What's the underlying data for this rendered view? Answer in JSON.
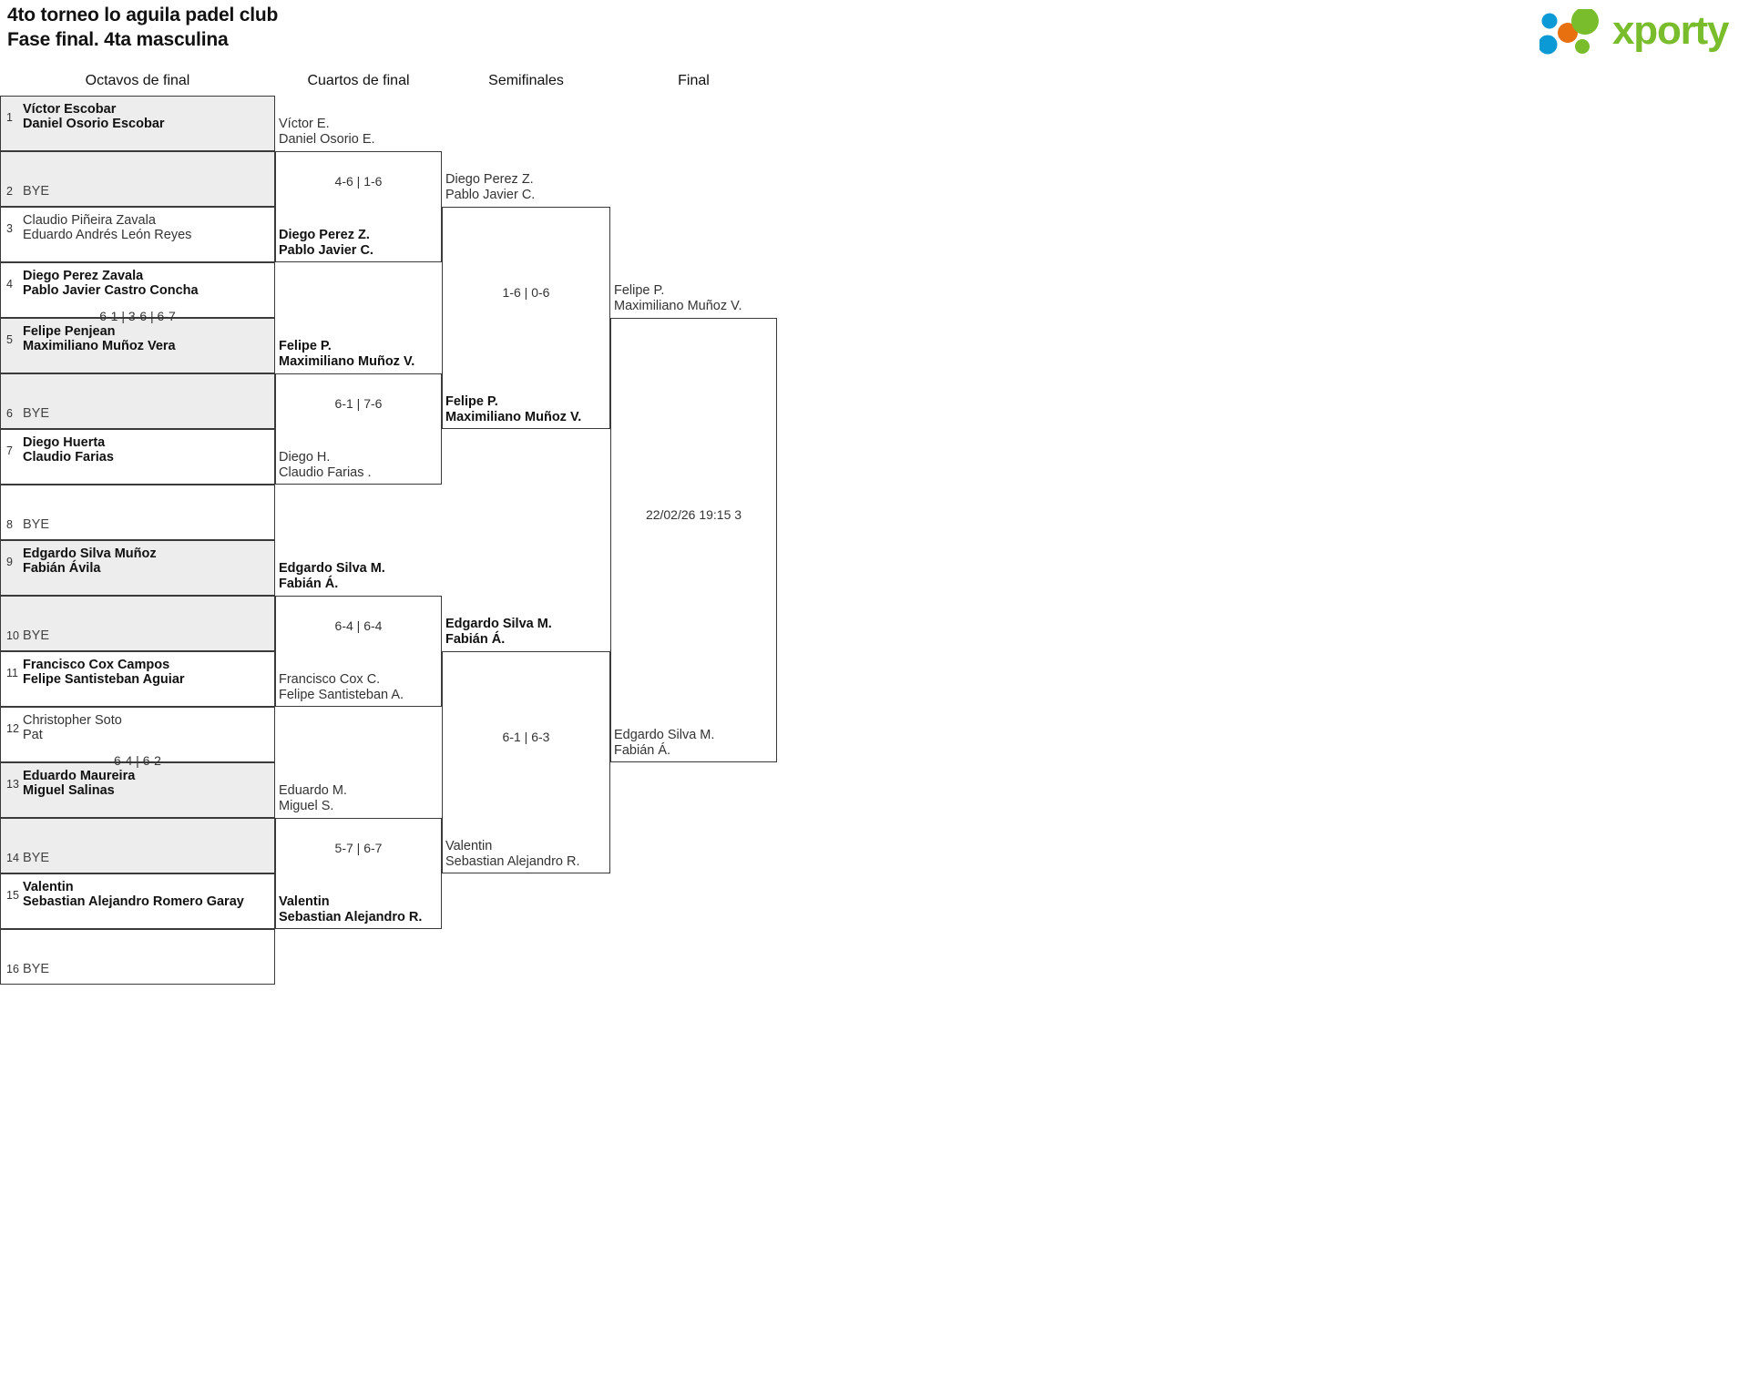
{
  "header": {
    "title_line1": "4to torneo lo aguila padel club",
    "title_line2": "Fase final. 4ta masculina",
    "logo_text": "xporty",
    "logo_colors": {
      "green": "#79bd2d",
      "blue": "#0b9ad6",
      "orange": "#e8700f"
    }
  },
  "rounds": [
    {
      "label": "Octavos de final"
    },
    {
      "label": "Cuartos de final"
    },
    {
      "label": "Semifinales"
    },
    {
      "label": "Final"
    }
  ],
  "round1": {
    "slots": [
      {
        "seed": "1",
        "line1": "Víctor Escobar",
        "line2": "Daniel Osorio Escobar",
        "winner": true,
        "bye": false,
        "shaded": true
      },
      {
        "seed": "2",
        "line1": "BYE",
        "line2": "",
        "winner": false,
        "bye": true,
        "shaded": true
      },
      {
        "seed": "3",
        "line1": "Claudio Piñeira Zavala",
        "line2": "Eduardo Andrés León Reyes",
        "winner": false,
        "bye": false,
        "shaded": false
      },
      {
        "seed": "4",
        "line1": "Diego Perez Zavala",
        "line2": "Pablo Javier Castro Concha",
        "winner": true,
        "bye": false,
        "shaded": false
      },
      {
        "seed": "5",
        "line1": "Felipe Penjean",
        "line2": "Maximiliano Muñoz Vera",
        "winner": true,
        "bye": false,
        "shaded": true
      },
      {
        "seed": "6",
        "line1": "BYE",
        "line2": "",
        "winner": false,
        "bye": true,
        "shaded": true
      },
      {
        "seed": "7",
        "line1": "Diego Huerta",
        "line2": "Claudio Farias",
        "winner": true,
        "bye": false,
        "shaded": false
      },
      {
        "seed": "8",
        "line1": "BYE",
        "line2": "",
        "winner": false,
        "bye": true,
        "shaded": false
      },
      {
        "seed": "9",
        "line1": "Edgardo Silva Muñoz",
        "line2": "Fabián Ávila",
        "winner": true,
        "bye": false,
        "shaded": true
      },
      {
        "seed": "10",
        "line1": "BYE",
        "line2": "",
        "winner": false,
        "bye": true,
        "shaded": true
      },
      {
        "seed": "11",
        "line1": "Francisco Cox Campos",
        "line2": "Felipe Santisteban Aguiar",
        "winner": true,
        "bye": false,
        "shaded": false
      },
      {
        "seed": "12",
        "line1": "Christopher Soto",
        "line2": "Pat",
        "winner": false,
        "bye": false,
        "shaded": false
      },
      {
        "seed": "13",
        "line1": "Eduardo Maureira",
        "line2": "Miguel Salinas",
        "winner": true,
        "bye": false,
        "shaded": true
      },
      {
        "seed": "14",
        "line1": "BYE",
        "line2": "",
        "winner": false,
        "bye": true,
        "shaded": true
      },
      {
        "seed": "15",
        "line1": "Valentin",
        "line2": "Sebastian Alejandro Romero Garay",
        "winner": true,
        "bye": false,
        "shaded": false
      },
      {
        "seed": "16",
        "line1": "BYE",
        "line2": "",
        "winner": false,
        "bye": true,
        "shaded": false
      }
    ],
    "scores": [
      "",
      "6-1 | 3-6 | 6-7",
      "",
      "",
      "",
      "6-4 | 6-2",
      "",
      ""
    ]
  },
  "round2": {
    "entries": [
      {
        "line1": "Víctor E.",
        "line2": "Daniel Osorio E.",
        "winner": false
      },
      {
        "line1": "Diego Perez Z.",
        "line2": "Pablo Javier C.",
        "winner": true
      },
      {
        "line1": "Felipe P.",
        "line2": "Maximiliano Muñoz V.",
        "winner": true
      },
      {
        "line1": "Diego H.",
        "line2": "Claudio Farias .",
        "winner": false
      },
      {
        "line1": "Edgardo Silva M.",
        "line2": "Fabián Á.",
        "winner": true
      },
      {
        "line1": "Francisco Cox C.",
        "line2": "Felipe Santisteban A.",
        "winner": false
      },
      {
        "line1": "Eduardo M.",
        "line2": "Miguel S.",
        "winner": false
      },
      {
        "line1": "Valentin",
        "line2": "Sebastian Alejandro R.",
        "winner": true
      }
    ],
    "scores": [
      "4-6 | 1-6",
      "6-1 | 7-6",
      "6-4 | 6-4",
      "5-7 | 6-7"
    ]
  },
  "round3": {
    "entries": [
      {
        "line1": "Diego Perez Z.",
        "line2": "Pablo Javier C.",
        "winner": false
      },
      {
        "line1": "Felipe P.",
        "line2": "Maximiliano Muñoz V.",
        "winner": true
      },
      {
        "line1": "Edgardo Silva M.",
        "line2": "Fabián Á.",
        "winner": true
      },
      {
        "line1": "Valentin",
        "line2": "Sebastian Alejandro R.",
        "winner": false
      }
    ],
    "scores": [
      "1-6 | 0-6",
      "6-1 | 6-3"
    ]
  },
  "round4": {
    "entries": [
      {
        "line1": "Felipe P.",
        "line2": "Maximiliano Muñoz V.",
        "winner": false
      },
      {
        "line1": "Edgardo Silva M.",
        "line2": "Fabián Á.",
        "winner": false
      }
    ],
    "date": "22/02/26 19:15 3"
  }
}
